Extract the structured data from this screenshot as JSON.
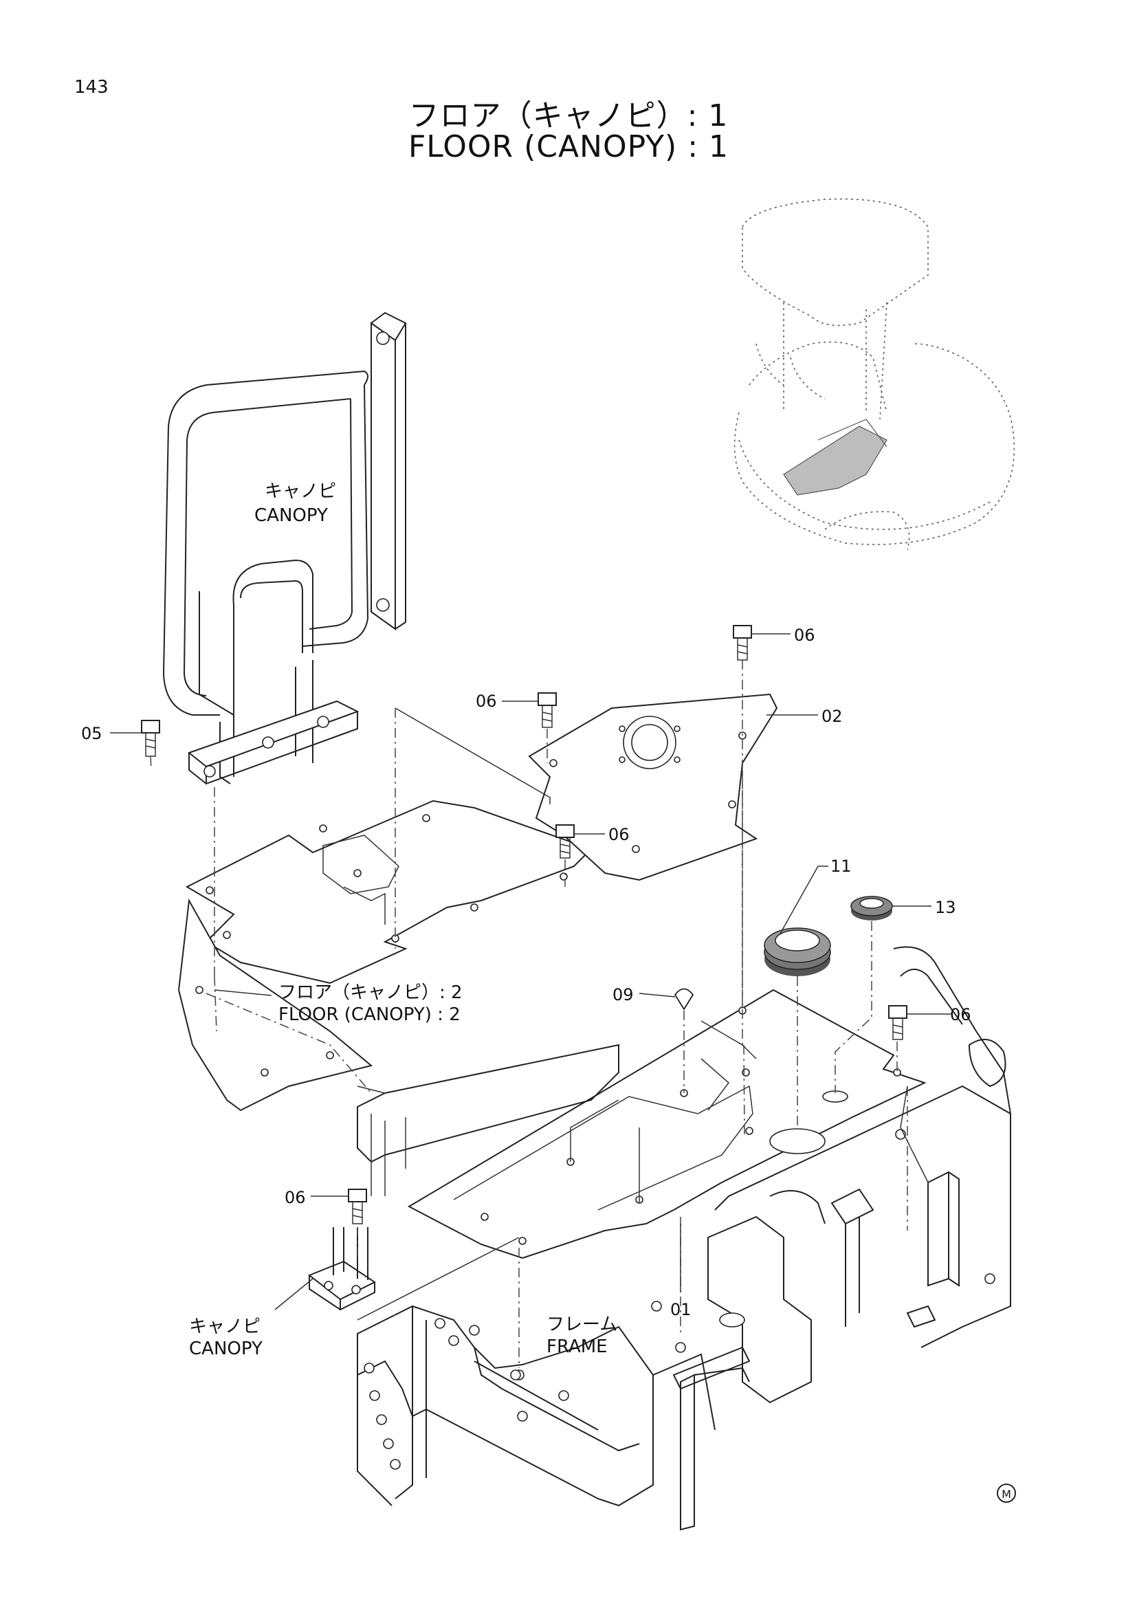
{
  "page_number": "143",
  "title_jp": "フロア（キャノピ）: 1",
  "title_en": "FLOOR (CANOPY) : 1",
  "labels": {
    "canopy_jp_top": "キャノピ",
    "canopy_en_top": "CANOPY",
    "floor2_jp": "フロア（キャノピ）: 2",
    "floor2_en": "FLOOR (CANOPY) : 2",
    "canopy_jp_bottom": "キャノピ",
    "canopy_en_bottom": "CANOPY",
    "frame_jp": "フレーム",
    "frame_en": "FRAME"
  },
  "callouts": {
    "c01": "01",
    "c02": "02",
    "c05": "05",
    "c06_a": "06",
    "c06_b": "06",
    "c06_c": "06",
    "c06_d": "06",
    "c06_e": "06",
    "c09": "09",
    "c11": "11",
    "c13": "13"
  },
  "mark": "M"
}
